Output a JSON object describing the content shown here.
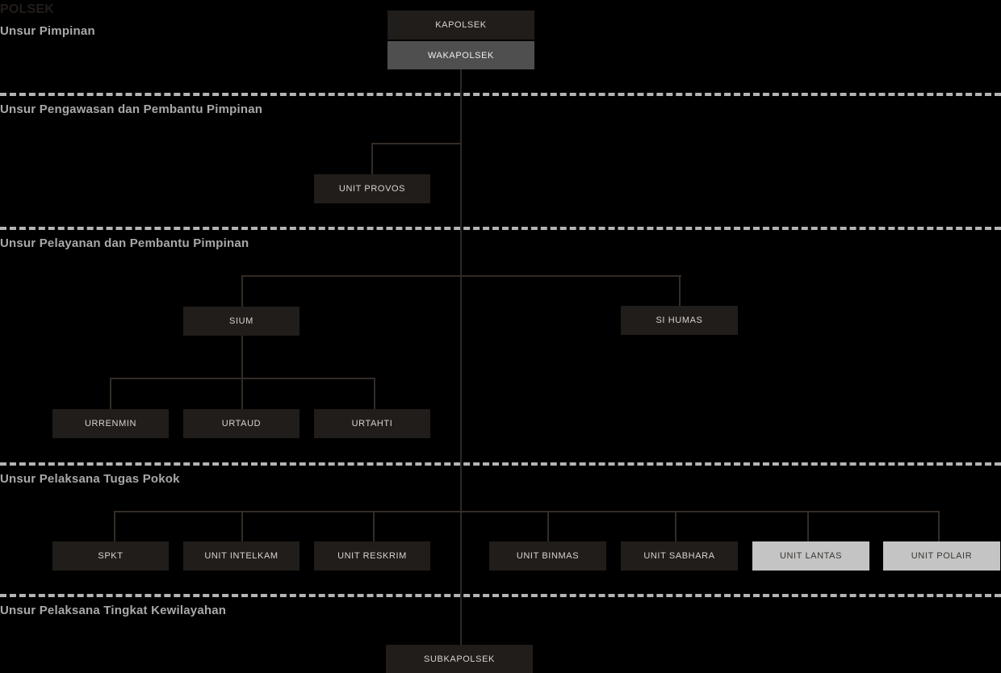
{
  "title": "POLSEK",
  "colors": {
    "background": "#000000",
    "node_dark": "#211d1a",
    "node_mid": "#4f4f4f",
    "node_light": "#c4c4c4",
    "connector": "#332c27",
    "divider": "#b4b4b4",
    "band_label": "#a9a9a9"
  },
  "bands": [
    {
      "label": "Unsur Pimpinan"
    },
    {
      "label": "Unsur Pengawasan dan Pembantu Pimpinan"
    },
    {
      "label": "Unsur Pelayanan dan Pembantu Pimpinan"
    },
    {
      "label": "Unsur Pelaksana Tugas Pokok"
    },
    {
      "label": "Unsur Pelaksana Tingkat Kewilayahan"
    }
  ],
  "nodes": {
    "kapolsek": "KAPOLSEK",
    "wakapolsek": "WAKAPOLSEK",
    "unit_provos": "UNIT PROVOS",
    "sium": "SIUM",
    "si_humas": "SI HUMAS",
    "urrenmin": "URRENMIN",
    "urtaud": "URTAUD",
    "urtahti": "URTAHTI",
    "spkt": "SPKT",
    "unit_intelkam": "UNIT INTELKAM",
    "unit_reskrim": "UNIT RESKRIM",
    "unit_binmas": "UNIT BINMAS",
    "unit_sabhara": "UNIT SABHARA",
    "unit_lantas": "UNIT LANTAS",
    "unit_polair": "UNIT POLAIR",
    "subkapolsek": "SUBKAPOLSEK"
  }
}
